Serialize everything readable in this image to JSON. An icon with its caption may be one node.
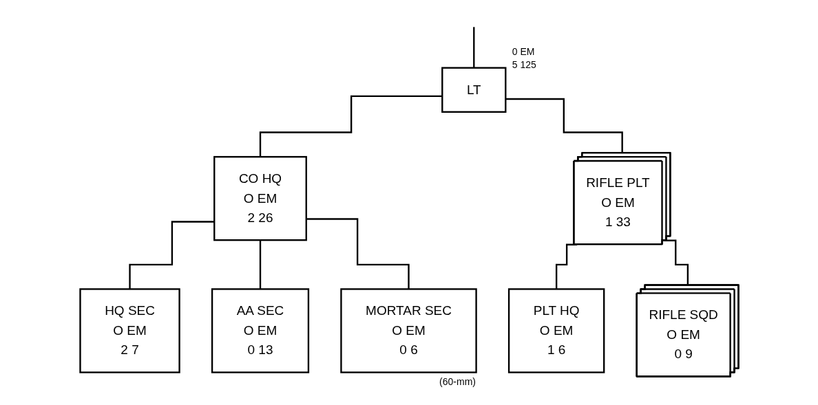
{
  "diagram": {
    "nodes": [
      {
        "text": [
          "LT"
        ],
        "beside": [
          "0 EM",
          "5 125"
        ]
      },
      {
        "text": [
          "CO HQ",
          "O EM",
          "2 26"
        ]
      },
      {
        "text": [
          "RIFLE PLT",
          "O EM",
          "1 33"
        ]
      },
      {
        "text": [
          "HQ SEC",
          "O EM",
          "2 7"
        ]
      },
      {
        "text": [
          "AA SEC",
          "O EM",
          "0 13"
        ]
      },
      {
        "text": [
          "MORTAR SEC",
          "O EM",
          "0 6"
        ],
        "beside": [
          "(60-mm)"
        ]
      },
      {
        "text": [
          "PLT HQ",
          "O EM",
          "1 6"
        ]
      },
      {
        "text": [
          "RIFLE SQD",
          "O EM",
          "0 9"
        ]
      }
    ],
    "edges": [
      {
        "from": null,
        "to": 0,
        "arrow": "none"
      },
      {
        "from": 0,
        "to": 1,
        "arrow": "none"
      },
      {
        "from": 0,
        "to": 2,
        "arrow": "none"
      },
      {
        "from": 1,
        "to": 3,
        "arrow": "none"
      },
      {
        "from": 1,
        "to": 4,
        "arrow": "none"
      },
      {
        "from": 1,
        "to": 5,
        "arrow": "none"
      },
      {
        "from": 2,
        "to": 6,
        "arrow": "none"
      },
      {
        "from": 2,
        "to": 7,
        "arrow": "none"
      }
    ]
  }
}
